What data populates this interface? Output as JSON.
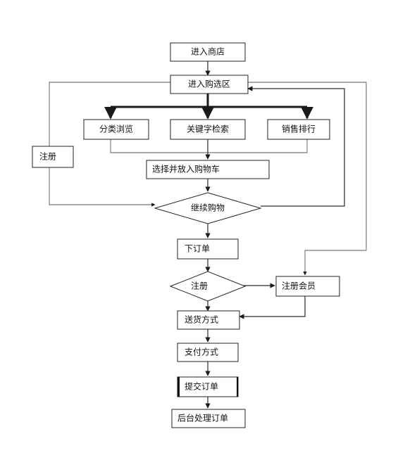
{
  "nodes": {
    "enter_store": "进入商店",
    "enter_shopping_area": "进入购选区",
    "category_browse": "分类浏览",
    "keyword_search": "关键字检索",
    "sales_ranking": "销售排行",
    "select_add_cart": "选择并放入购物车",
    "continue_shopping": "继续购物",
    "register_left": "注册",
    "place_order": "下订单",
    "register_decision": "注册",
    "register_member": "注册会员",
    "shipping_method": "送货方式",
    "payment_method": "支付方式",
    "submit_order": "提交订单",
    "backend_process": "后台处理订单"
  }
}
